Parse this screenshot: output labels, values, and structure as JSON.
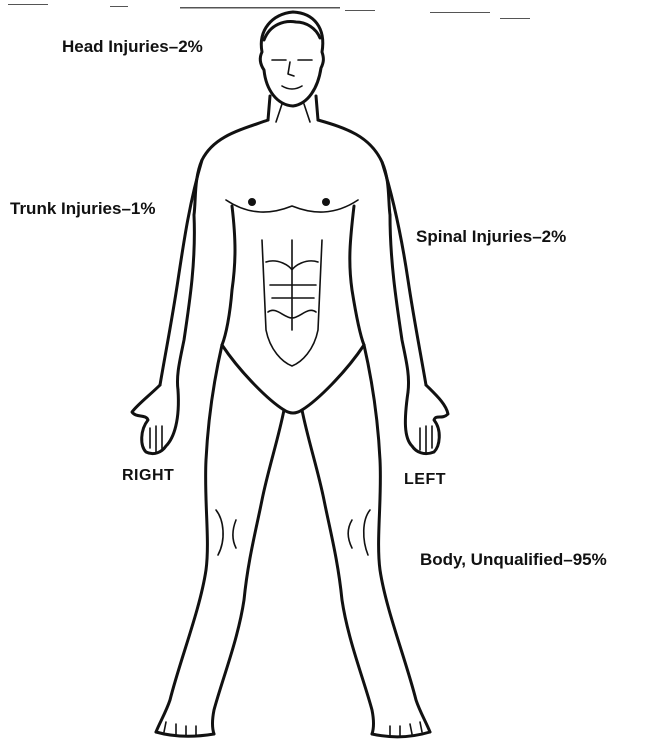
{
  "chart_data": {
    "type": "table",
    "categories": [
      "Head Injuries",
      "Trunk Injuries",
      "Spinal Injuries",
      "Body, Unqualified"
    ],
    "values": [
      2,
      1,
      2,
      95
    ],
    "unit": "%",
    "labels": [
      {
        "text": "Head Injuries–2%"
      },
      {
        "text": "Trunk Injuries–1%"
      },
      {
        "text": "Spinal Injuries–2%"
      },
      {
        "text": "Body, Unqualified–95%"
      }
    ],
    "sides": {
      "right": "RIGHT",
      "left": "LEFT"
    }
  },
  "colors": {
    "ink": "#111111",
    "background": "#ffffff"
  }
}
